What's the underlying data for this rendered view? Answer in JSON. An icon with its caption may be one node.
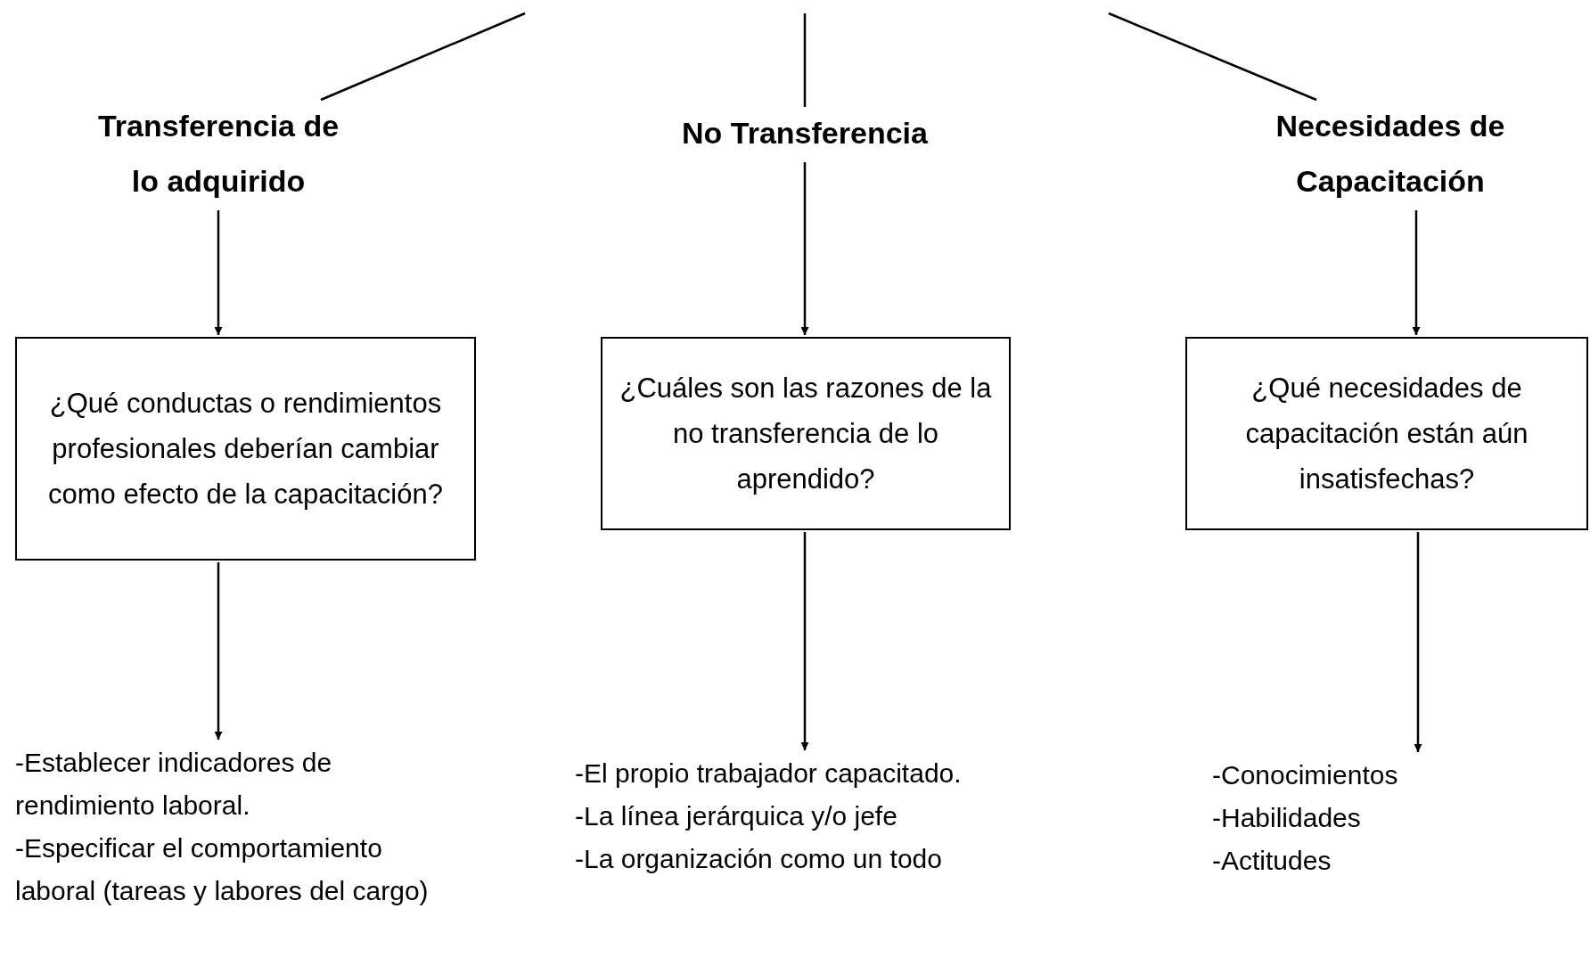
{
  "diagram": {
    "nodes": [
      {
        "text": [
          "Transferencia de lo adquirido"
        ]
      },
      {
        "text": [
          "No Transferencia"
        ]
      },
      {
        "text": [
          "Necesidades de Capacitación"
        ]
      },
      {
        "text": [
          "¿Qué conductas o rendimientos profesionales deberían cambiar como efecto de la capacitación?"
        ]
      },
      {
        "text": [
          "¿Cuáles son las razones de la no transferencia de lo aprendido?"
        ]
      },
      {
        "text": [
          "¿Qué necesidades de capacitación están aún insatisfechas?"
        ]
      },
      {
        "text": [
          "-Establecer indicadores de rendimiento laboral.",
          "-Especificar el comportamiento laboral (tareas y labores del cargo)"
        ]
      },
      {
        "text": [
          "-El propio trabajador capacitado.",
          "-La línea jerárquica y/o jefe",
          "-La organización como un todo"
        ]
      },
      {
        "text": [
          "-Conocimientos",
          "-Habilidades",
          "-Actitudes"
        ]
      }
    ],
    "edges": [
      {
        "from": null,
        "to": 0,
        "arrow": "none"
      },
      {
        "from": null,
        "to": 1,
        "arrow": "none"
      },
      {
        "from": null,
        "to": 2,
        "arrow": "none"
      },
      {
        "from": 0,
        "to": 3,
        "arrow": "to"
      },
      {
        "from": 1,
        "to": 4,
        "arrow": "to"
      },
      {
        "from": 2,
        "to": 5,
        "arrow": "to"
      },
      {
        "from": 3,
        "to": 6,
        "arrow": "to"
      },
      {
        "from": 4,
        "to": 7,
        "arrow": "to"
      },
      {
        "from": 5,
        "to": 8,
        "arrow": "to"
      }
    ]
  }
}
